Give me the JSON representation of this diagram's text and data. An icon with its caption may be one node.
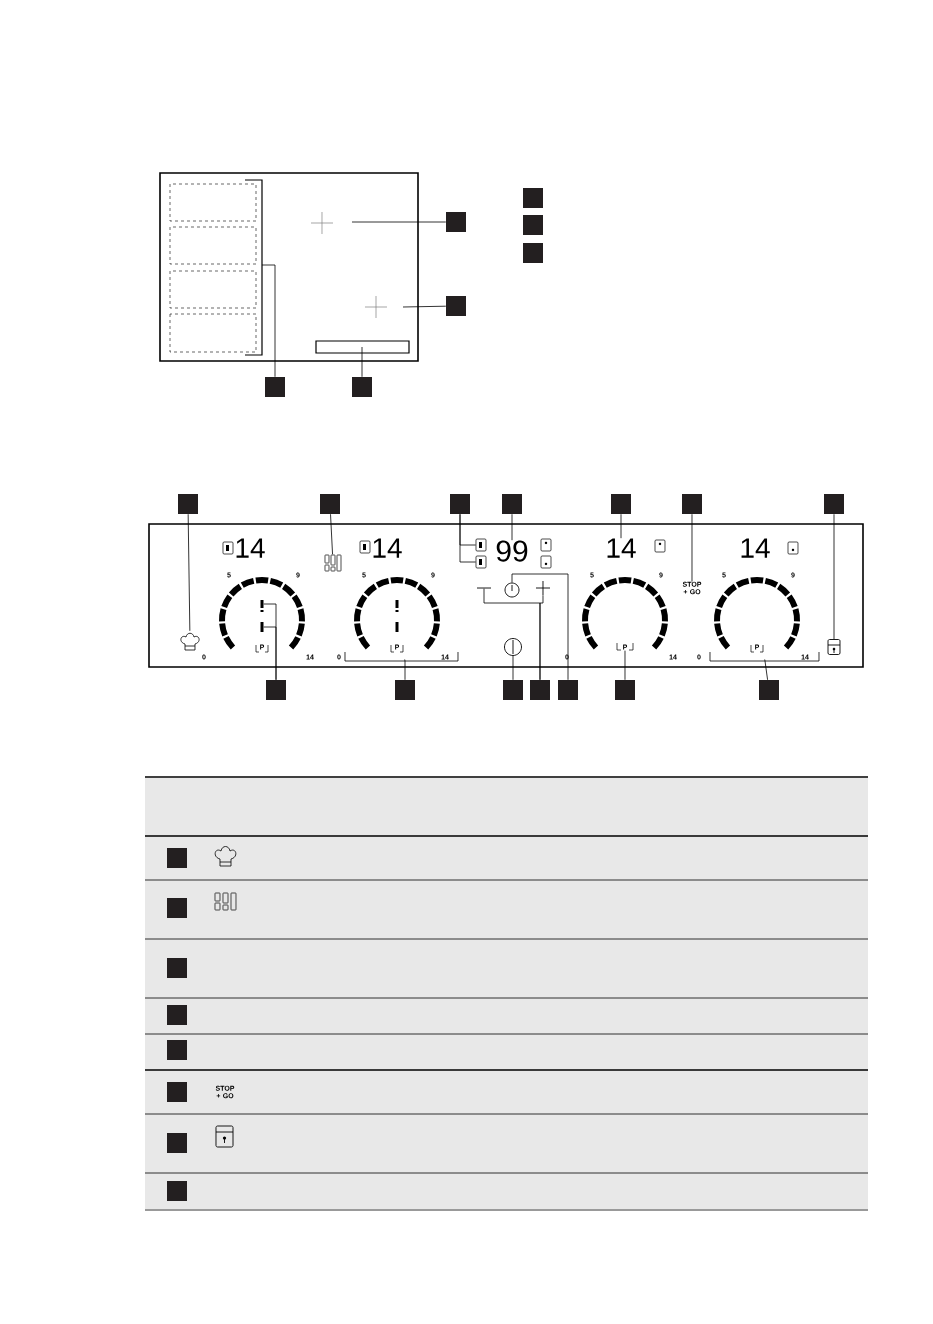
{
  "diagram": {
    "nodes": [
      {
        "text": [],
        "shape": "box"
      },
      {
        "text": [],
        "shape": "box"
      },
      {
        "text": [],
        "shape": "box"
      },
      {
        "text": [],
        "shape": "box"
      },
      {
        "text": [],
        "shape": "box"
      },
      {
        "text": [],
        "shape": "box"
      },
      {
        "text": [],
        "shape": "box"
      },
      {
        "text": [],
        "shape": "box"
      },
      {
        "text": [],
        "shape": "box"
      },
      {
        "text": [],
        "shape": "box"
      },
      {
        "text": [],
        "shape": "box"
      },
      {
        "text": [],
        "shape": "box"
      },
      {
        "text": [],
        "shape": "box"
      },
      {
        "text": [],
        "shape": "box"
      },
      {
        "text": [],
        "shape": "box"
      },
      {
        "text": [],
        "shape": "box"
      },
      {
        "text": [],
        "shape": "box"
      },
      {
        "text": [],
        "shape": "box"
      },
      {
        "text": [],
        "shape": "box"
      },
      {
        "text": [],
        "shape": "box"
      },
      {
        "text": [],
        "shape": "box"
      },
      {
        "text": [
          "99"
        ]
      },
      {
        "text": [
          "14"
        ]
      },
      {
        "text": [
          "STOP + GO"
        ]
      },
      {
        "text": [
          "P"
        ],
        "in": 33
      },
      {
        "text": [],
        "shape": "picture"
      },
      {
        "text": [],
        "shape": "picture"
      },
      {
        "text": [],
        "shape": "box"
      },
      {
        "text": [],
        "shape": "box"
      },
      {
        "text": [],
        "shape": "bar",
        "in": 31
      },
      {
        "text": [],
        "shape": "bar",
        "in": 31
      },
      {
        "text": [],
        "shape": "arc"
      },
      {
        "text": [],
        "shape": "arc"
      },
      {
        "text": [],
        "shape": "arc"
      },
      {
        "text": [],
        "shape": "arc"
      },
      {
        "text": [],
        "shape": "circle"
      },
      {
        "text": [],
        "shape": "bar"
      },
      {
        "text": [],
        "shape": "circle"
      },
      {
        "text": [],
        "shape": "plus"
      },
      {
        "text": [],
        "shape": "picture"
      },
      {
        "text": [],
        "shape": "box"
      },
      {
        "text": [],
        "shape": "box"
      },
      {
        "text": [],
        "shape": "box"
      },
      {
        "text": [],
        "shape": "box"
      },
      {
        "text": [],
        "shape": "box"
      },
      {
        "text": [],
        "shape": "box"
      },
      {
        "text": [],
        "shape": "box"
      },
      {
        "text": [],
        "shape": "box"
      }
    ],
    "edges": [
      {
        "from": 0,
        "to": null,
        "arrow": "none"
      },
      {
        "from": 1,
        "to": null,
        "arrow": "none"
      },
      {
        "from": 2,
        "to": null,
        "arrow": "none"
      },
      {
        "from": 3,
        "to": null,
        "arrow": "none"
      },
      {
        "from": 7,
        "to": 25,
        "arrow": "none"
      },
      {
        "from": 8,
        "to": 26,
        "arrow": "none"
      },
      {
        "from": 9,
        "to": 27,
        "arrow": "none"
      },
      {
        "from": 9,
        "to": 28,
        "arrow": "none"
      },
      {
        "from": 10,
        "to": 21,
        "arrow": "none"
      },
      {
        "from": 11,
        "to": 22,
        "arrow": "none"
      },
      {
        "from": 12,
        "to": 23,
        "arrow": "none"
      },
      {
        "from": 13,
        "to": 39,
        "arrow": "none"
      },
      {
        "from": 14,
        "to": 29,
        "arrow": "none"
      },
      {
        "from": 14,
        "to": 30,
        "arrow": "none"
      },
      {
        "from": 15,
        "to": 32,
        "arrow": "none"
      },
      {
        "from": 16,
        "to": 37,
        "arrow": "none"
      },
      {
        "from": 17,
        "to": 36,
        "arrow": "none"
      },
      {
        "from": 17,
        "to": 38,
        "arrow": "none"
      },
      {
        "from": 18,
        "to": 35,
        "arrow": "none"
      },
      {
        "from": 19,
        "to": 24,
        "arrow": "none"
      },
      {
        "from": 20,
        "to": 34,
        "arrow": "none"
      }
    ],
    "labels": [
      "14",
      "14",
      "14",
      "5",
      "9",
      "5",
      "9",
      "5",
      "9",
      "5",
      "9",
      "0",
      "P",
      "14",
      "0",
      "P",
      "14",
      "0",
      "14",
      "0",
      "P",
      "14",
      "STOP + GO"
    ]
  }
}
